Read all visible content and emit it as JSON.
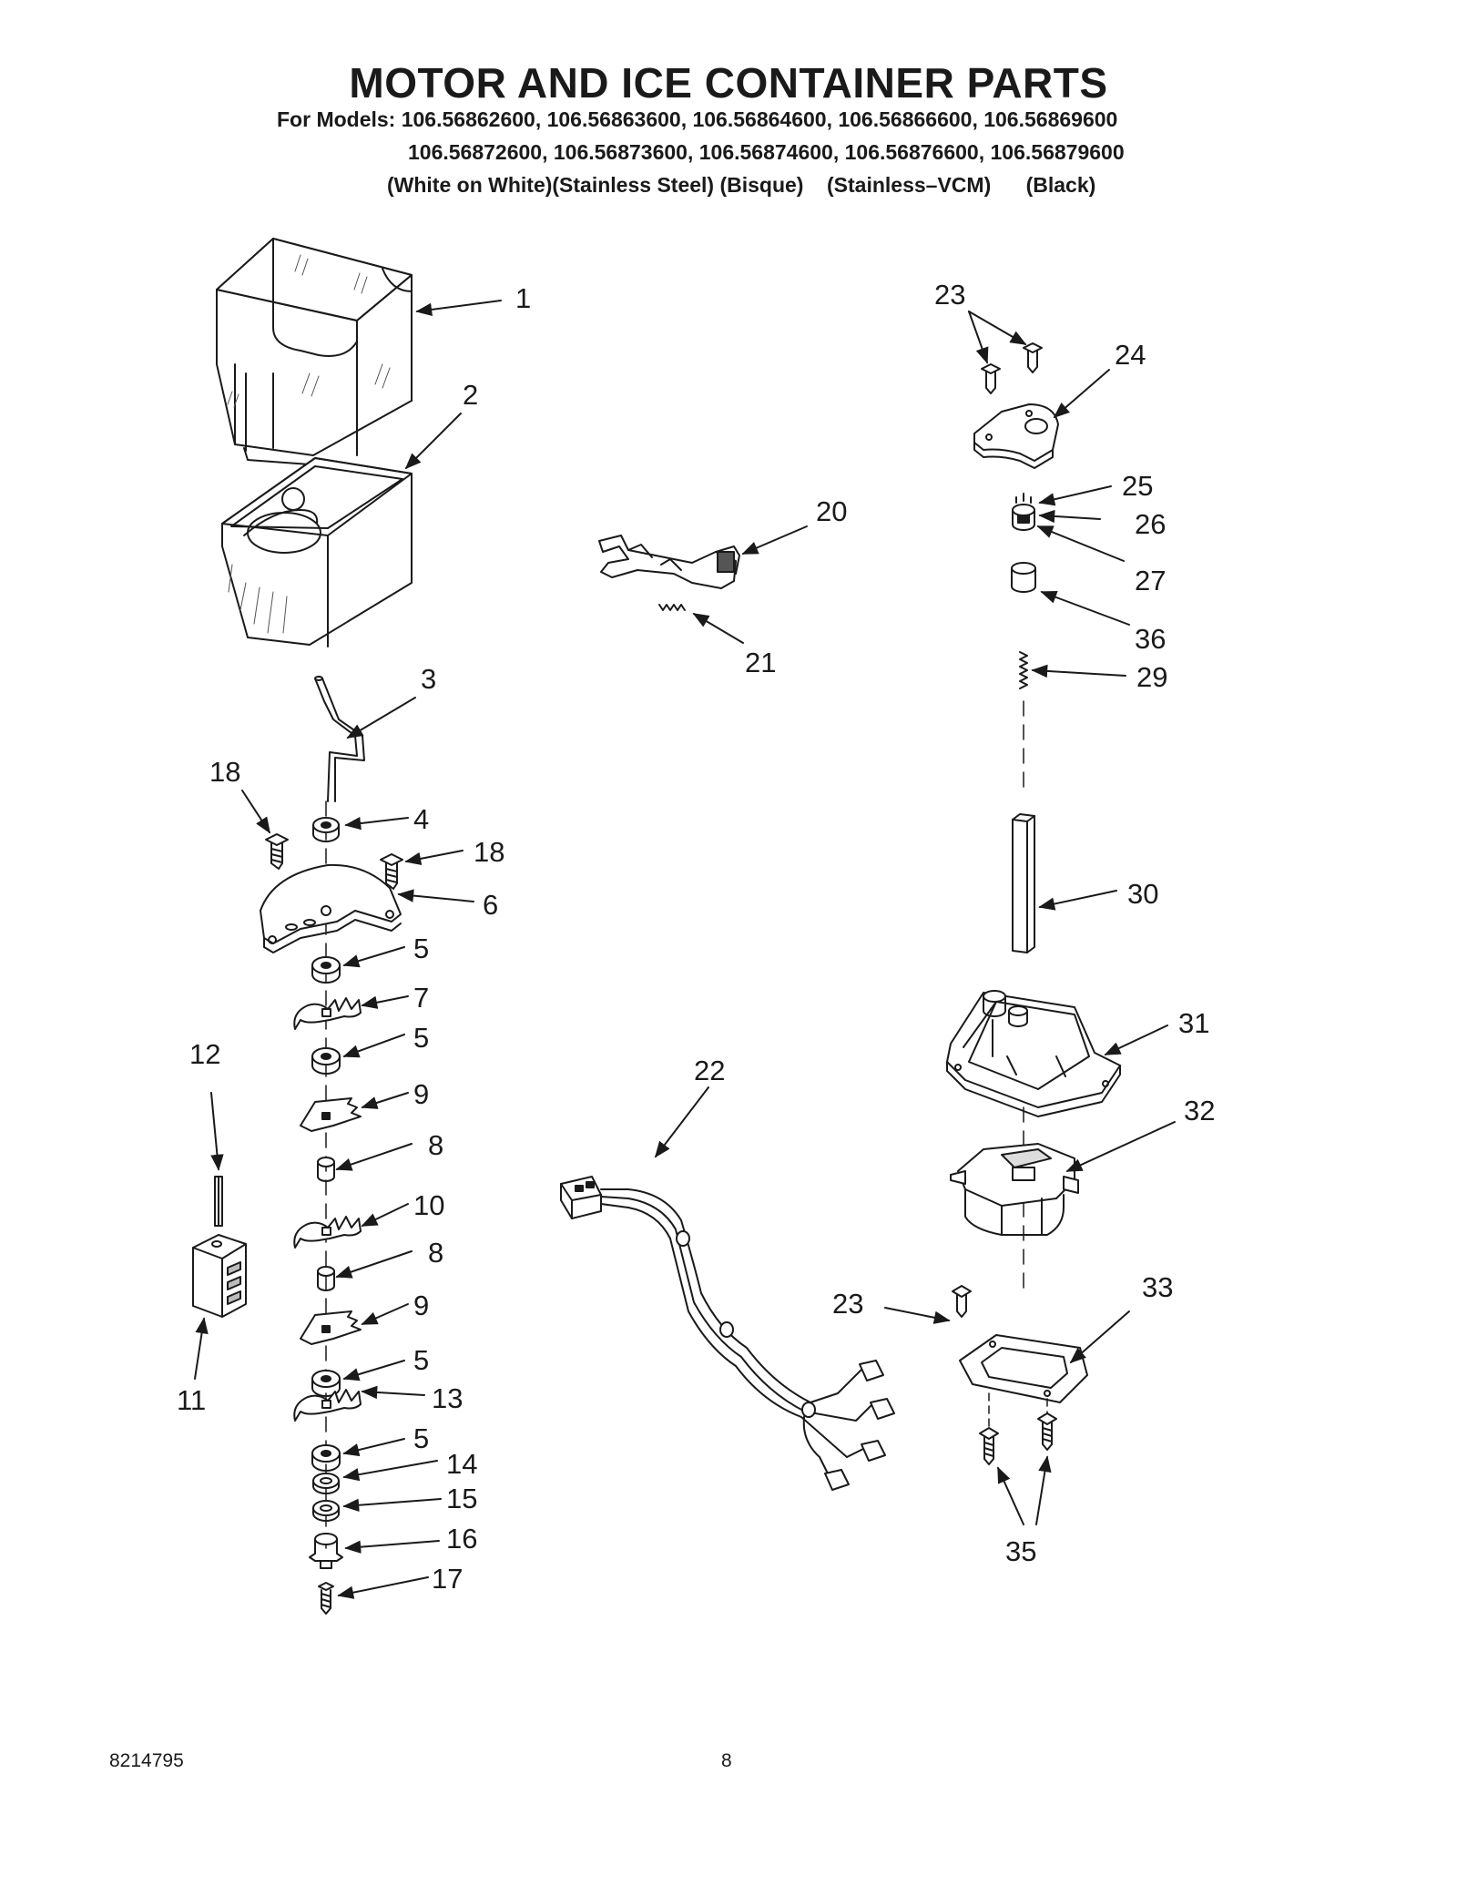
{
  "header": {
    "title": "MOTOR AND ICE CONTAINER PARTS",
    "models_line_1": "For Models: 106.56862600, 106.56863600, 106.56864600, 106.56866600, 106.56869600",
    "models_line_2": "106.56872600, 106.56873600, 106.56874600, 106.56876600, 106.56879600",
    "models_line_3": "(White on White)(Stainless Steel) (Bisque)    (Stainless–VCM)      (Black)"
  },
  "callouts": {
    "c1": "1",
    "c2": "2",
    "c3": "3",
    "c4": "4",
    "c5a": "5",
    "c5b": "5",
    "c5c": "5",
    "c5d": "5",
    "c6": "6",
    "c7": "7",
    "c8a": "8",
    "c8b": "8",
    "c9a": "9",
    "c9b": "9",
    "c10": "10",
    "c11": "11",
    "c12": "12",
    "c13": "13",
    "c14": "14",
    "c15": "15",
    "c16": "16",
    "c17": "17",
    "c18a": "18",
    "c18b": "18",
    "c20": "20",
    "c21": "21",
    "c22": "22",
    "c23a": "23",
    "c23b": "23",
    "c24": "24",
    "c25": "25",
    "c26": "26",
    "c27": "27",
    "c29": "29",
    "c30": "30",
    "c31": "31",
    "c32": "32",
    "c33": "33",
    "c35": "35",
    "c36": "36"
  },
  "footer": {
    "doc_number": "8214795",
    "page_number": "8"
  }
}
